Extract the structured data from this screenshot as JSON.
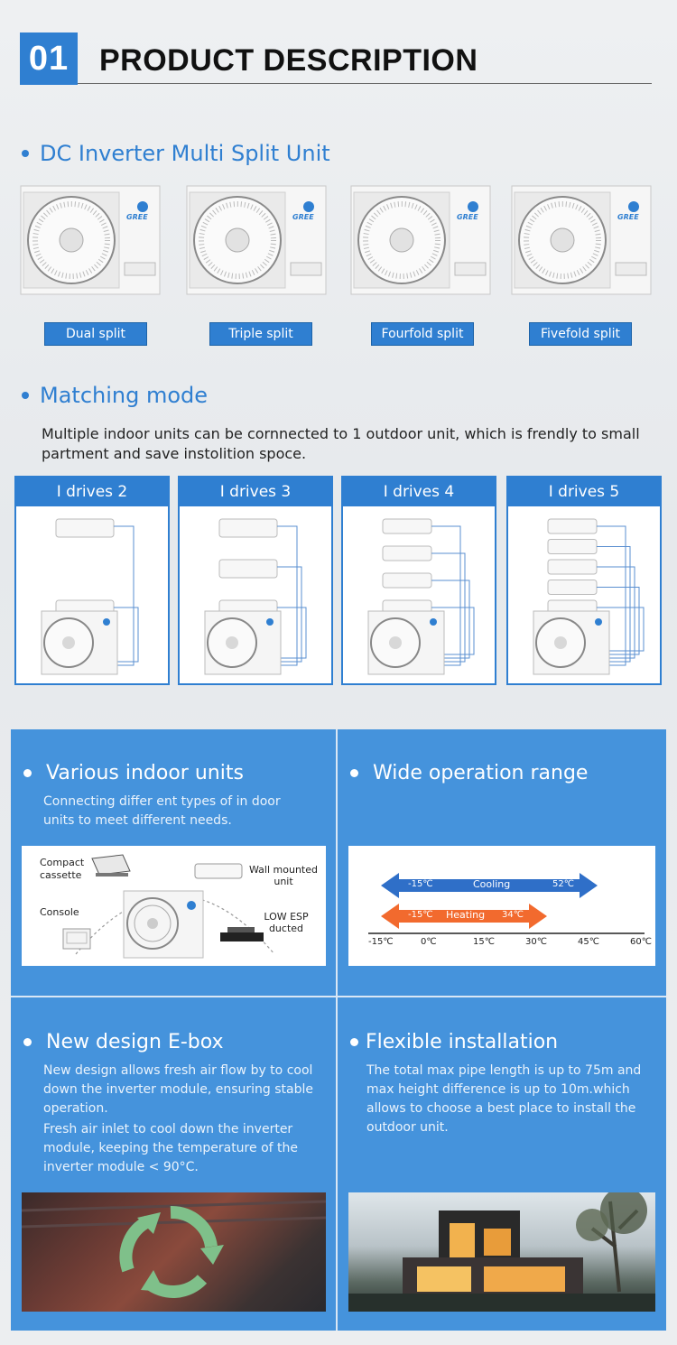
{
  "header": {
    "number": "01",
    "title": "PRODUCT DESCRIPTION"
  },
  "section_units": {
    "title": "DC Inverter Multi Split Unit",
    "brand": "GREE",
    "units": [
      {
        "label": "Dual split"
      },
      {
        "label": "Triple split"
      },
      {
        "label": "Fourfold split"
      },
      {
        "label": "Fivefold split"
      }
    ]
  },
  "section_matching": {
    "title": "Matching mode",
    "description": "Multiple indoor units can be cornnected to 1 outdoor unit, which is frendly to small partment and save instolition spoce.",
    "drives": [
      {
        "label": "I drives 2",
        "count": 2
      },
      {
        "label": "I drives 3",
        "count": 3
      },
      {
        "label": "I drives 4",
        "count": 4
      },
      {
        "label": "I drives 5",
        "count": 5
      }
    ]
  },
  "features": {
    "indoor": {
      "title": "Various indoor units",
      "text": "Connecting differ ent types of in door units to meet different needs.",
      "labels": {
        "compact": "Compact cassette",
        "wall": "Wall mounted unit",
        "console": "Console",
        "ducted": "LOW ESP ducted"
      }
    },
    "range": {
      "title": "Wide operation range",
      "cooling_label": "Cooling",
      "cooling_min": "-15℃",
      "cooling_max": "52℃",
      "heating_label": "Heating",
      "heating_min": "-15℃",
      "heating_max": "34℃",
      "ticks": [
        "-15℃",
        "0℃",
        "15℃",
        "30℃",
        "45℃",
        "60℃"
      ]
    },
    "ebox": {
      "title": "New design E-box",
      "text1": "New design allows fresh air flow by to cool down the inverter module, ensuring stable operation.",
      "text2": "Fresh air inlet to cool down the inverter module, keeping the temperature of the inverter module < 90°C."
    },
    "install": {
      "title": "Flexible installation",
      "text": "The total max pipe length is up to 75m and max height difference is up to 10m.which allows to choose a best place to install the outdoor unit."
    }
  },
  "colors": {
    "accent": "#2f7fd1",
    "panel": "#4593dc",
    "cooling": "#2f6fc8",
    "heating": "#f26a2e"
  }
}
